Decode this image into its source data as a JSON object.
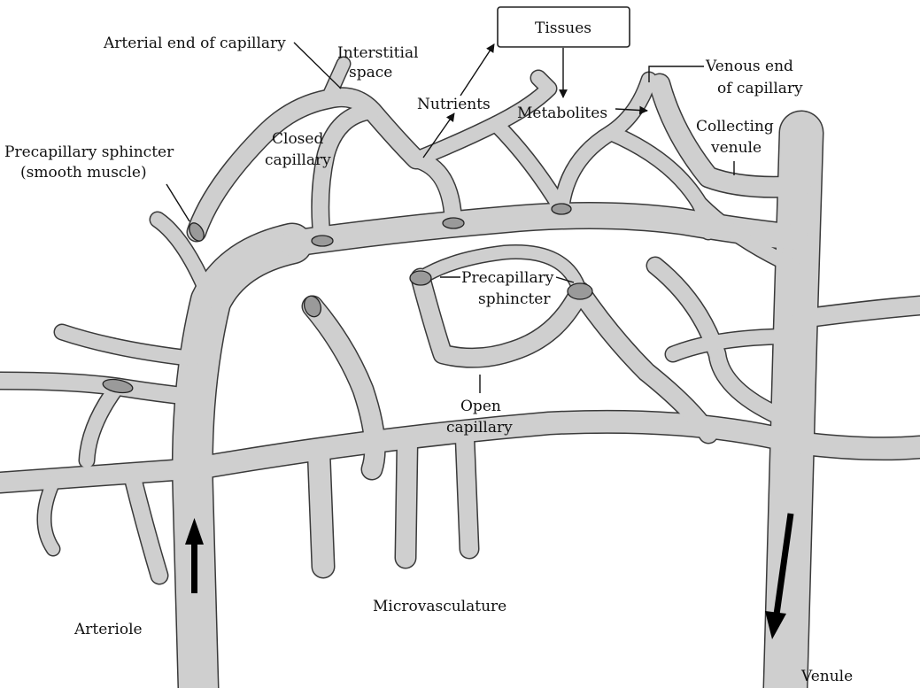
{
  "labels": {
    "arterial_end": "Arterial end of capillary",
    "interstitial_1": "Interstitial",
    "interstitial_2": "space",
    "tissues": "Tissues",
    "nutrients": "Nutrients",
    "metabolites": "Metabolites",
    "venous_end_1": "Venous end",
    "venous_end_2": "of capillary",
    "collecting_1": "Collecting",
    "collecting_2": "venule",
    "closed_1": "Closed",
    "closed_2": "capillary",
    "precap_sm_1": "Precapillary sphincter",
    "precap_sm_2": "(smooth muscle)",
    "precap_1": "Precapillary",
    "precap_2": "sphincter",
    "open_1": "Open",
    "open_2": "capillary",
    "microvasculature": "Microvasculature",
    "arteriole": "Arteriole",
    "venule": "Venule"
  }
}
